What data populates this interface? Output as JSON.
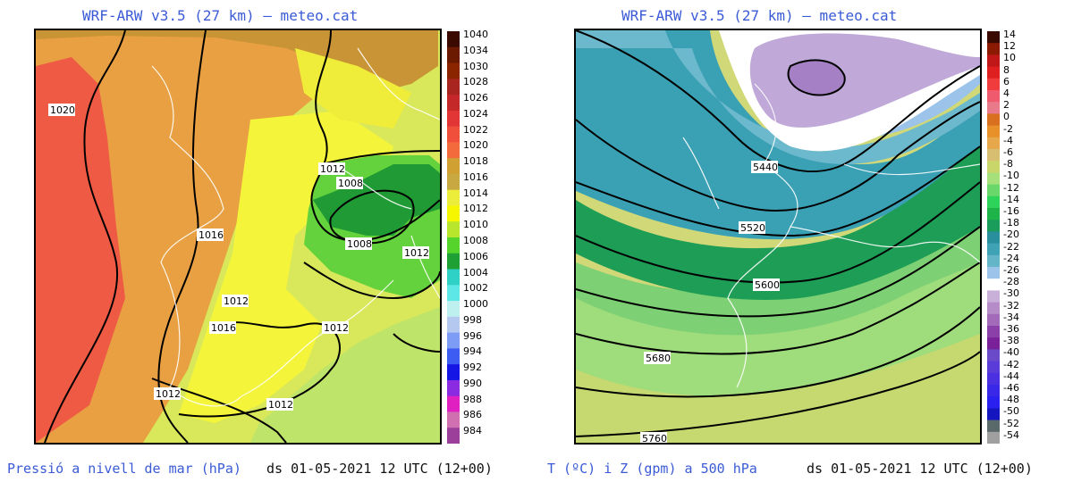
{
  "left_panel": {
    "title": "WRF-ARW v3.5 (27 km) – meteo.cat",
    "footer_label": "Pressió a nivell de mar (hPa)",
    "footer_datetime": "ds 01-05-2021 12 UTC (12+00)",
    "colorbar": {
      "labels": [
        "1040",
        "1034",
        "1030",
        "1028",
        "1026",
        "1024",
        "1022",
        "1020",
        "1018",
        "1016",
        "1014",
        "1012",
        "1010",
        "1008",
        "1006",
        "1004",
        "1002",
        "1000",
        "998",
        "996",
        "994",
        "992",
        "990",
        "988",
        "986",
        "984"
      ],
      "colors": [
        "#3a0a00",
        "#6b1a00",
        "#8b2500",
        "#a8261f",
        "#c42828",
        "#e23535",
        "#f04f3c",
        "#f36b3d",
        "#d1a033",
        "#c8a840",
        "#ecec3a",
        "#f6f600",
        "#b8e62c",
        "#55d52c",
        "#1ea035",
        "#2fd0c6",
        "#5ee7e7",
        "#bff0f0",
        "#b5c8f0",
        "#7d9cf5",
        "#3d5cf2",
        "#1515e6",
        "#8a2be2",
        "#e020c0",
        "#d070b0",
        "#9b3f9b"
      ]
    },
    "contour_labels": [
      {
        "id": "l1020",
        "text": "1020"
      },
      {
        "id": "l1016a",
        "text": "1016"
      },
      {
        "id": "l1012a",
        "text": "1012"
      },
      {
        "id": "l1008a",
        "text": "1008"
      },
      {
        "id": "l1008b",
        "text": "1008"
      },
      {
        "id": "l1012b",
        "text": "1012"
      },
      {
        "id": "l1012c",
        "text": "1012"
      },
      {
        "id": "l1016b",
        "text": "1016"
      },
      {
        "id": "l1012d",
        "text": "1012"
      },
      {
        "id": "l1012e",
        "text": "1012"
      },
      {
        "id": "l1012f",
        "text": "1012"
      }
    ]
  },
  "right_panel": {
    "title": "WRF-ARW v3.5 (27 km) – meteo.cat",
    "footer_label": "T (ºC) i Z (gpm) a 500 hPa",
    "footer_datetime": "ds 01-05-2021 12 UTC (12+00)",
    "colorbar": {
      "labels": [
        "14",
        "12",
        "10",
        "8",
        "6",
        "4",
        "2",
        "0",
        "-2",
        "-4",
        "-6",
        "-8",
        "-10",
        "-12",
        "-14",
        "-16",
        "-18",
        "-20",
        "-22",
        "-24",
        "-26",
        "-28",
        "-30",
        "-32",
        "-34",
        "-36",
        "-38",
        "-40",
        "-42",
        "-44",
        "-46",
        "-48",
        "-50",
        "-52",
        "-54"
      ],
      "colors": [
        "#3a0a00",
        "#8b1a00",
        "#c01818",
        "#e02020",
        "#f03c3c",
        "#f05a6e",
        "#e87a8a",
        "#d97020",
        "#e8902a",
        "#e7a84c",
        "#d8be70",
        "#c8d66a",
        "#a6e07a",
        "#6ad76a",
        "#2ed35a",
        "#1eb449",
        "#1a9d5a",
        "#2a8f9c",
        "#3fa3b5",
        "#64b5c8",
        "#9cc4ea",
        "#ffffff",
        "#c8b0d8",
        "#b68cc8",
        "#a26ab8",
        "#8a40a8",
        "#7a2098",
        "#6a4ac8",
        "#5a3cd8",
        "#4a30e0",
        "#3a28e8",
        "#2a20f0",
        "#1616c0",
        "#5a6a6a",
        "#a0a0a0"
      ]
    },
    "contour_labels": [
      {
        "id": "z5440",
        "text": "5440"
      },
      {
        "id": "z5520",
        "text": "5520"
      },
      {
        "id": "z5600",
        "text": "5600"
      },
      {
        "id": "z5680",
        "text": "5680"
      },
      {
        "id": "z5760",
        "text": "5760"
      }
    ]
  }
}
